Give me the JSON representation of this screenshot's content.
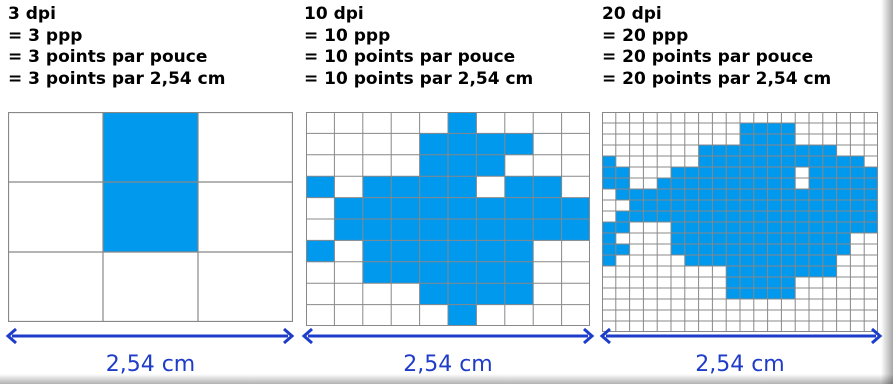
{
  "panels": [
    {
      "id": "3dpi",
      "lines": [
        "3 dpi",
        "= 3 ppp",
        "= 3 points par pouce",
        "= 3 points par 2,54 cm"
      ],
      "grid": {
        "n": 3,
        "filled": [
          "010",
          "010",
          "000"
        ]
      },
      "measure_label": "2,54 cm"
    },
    {
      "id": "10dpi",
      "lines": [
        "10 dpi",
        "= 10 ppp",
        "= 10 points par pouce",
        "= 10 points par 2,54 cm"
      ],
      "grid": {
        "n": 10,
        "filled": [
          "0000010000",
          "0000111100",
          "0000111000",
          "1011110110",
          "0111111111",
          "0111111111",
          "1011111100",
          "0011111100",
          "0000111100",
          "0000010000"
        ]
      },
      "measure_label": "2,54 cm"
    },
    {
      "id": "20dpi",
      "lines": [
        "20 dpi",
        "= 20 ppp",
        "= 20 points par pouce",
        "= 20 points par 2,54 cm"
      ],
      "grid": {
        "n": 20,
        "filled": [
          "00000000000000000000",
          "00000000001111000000",
          "00000000001111000000",
          "00000001111111111000",
          "10000001111111111110",
          "11000111111111011111",
          "11001111111111011111",
          "01111111111111111111",
          "00111111111111111111",
          "01111111111111111111",
          "11000111111111111111",
          "10000111111111111100",
          "11000111111111111100",
          "10000011111111111000",
          "00000000011111111000",
          "00000000011111000000",
          "00000000011111000000",
          "00000000000000000000",
          "00000000000000000000",
          "00000000000000000000"
        ]
      },
      "measure_label": "2,54 cm"
    }
  ],
  "colors": {
    "fill": "#0099ee",
    "grid_line": "#888888",
    "arrow": "#1e3cc8",
    "text": "#000000"
  }
}
